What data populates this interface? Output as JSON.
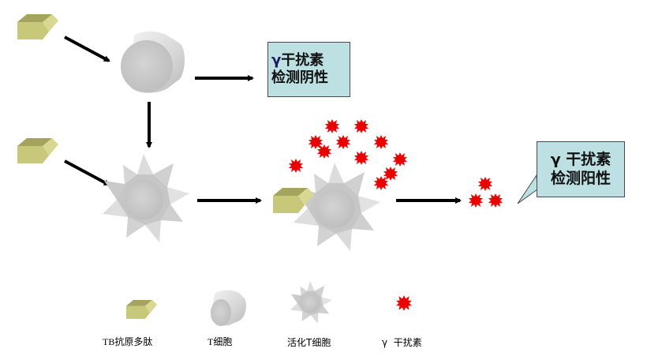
{
  "diagram": {
    "negative_result": {
      "line1_symbol": "γ",
      "line1_text": "干扰素",
      "line2": "检测阴性"
    },
    "positive_result": {
      "line1": "γ 干扰素",
      "line2": "检测阳性"
    },
    "legend": [
      {
        "icon": "tb-antigen-peptide-icon",
        "label": "TB抗原多肽"
      },
      {
        "icon": "t-cell-icon",
        "label": "T细胞"
      },
      {
        "icon": "activated-t-cell-icon",
        "label": "活化T细胞"
      },
      {
        "icon": "interferon-gamma-icon",
        "label": "γ  干扰素"
      }
    ],
    "colors": {
      "antigen_front": "#c8c87a",
      "antigen_top": "#a4a45e",
      "antigen_side": "#d8d890",
      "cell_gray": "#c8c8c8",
      "interferon_red": "#ff0000",
      "result_box_fill": "#bde0e2",
      "arrow": "#000000"
    }
  }
}
